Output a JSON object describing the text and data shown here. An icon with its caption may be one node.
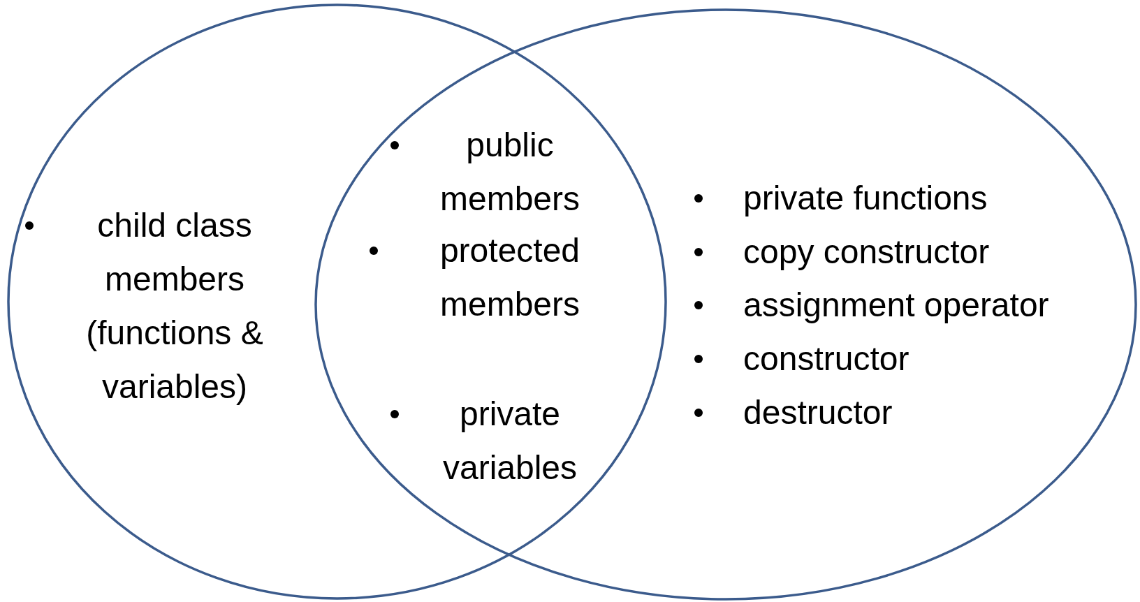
{
  "diagram": {
    "nodes": [
      {
        "text": [
          "child class members (functions & variables)"
        ]
      },
      {
        "text": [
          "private functions",
          "copy constructor",
          "assignment operator",
          "constructor",
          "destructor"
        ]
      }
    ],
    "labels": [
      "public members",
      "protected members",
      "private variables"
    ]
  }
}
